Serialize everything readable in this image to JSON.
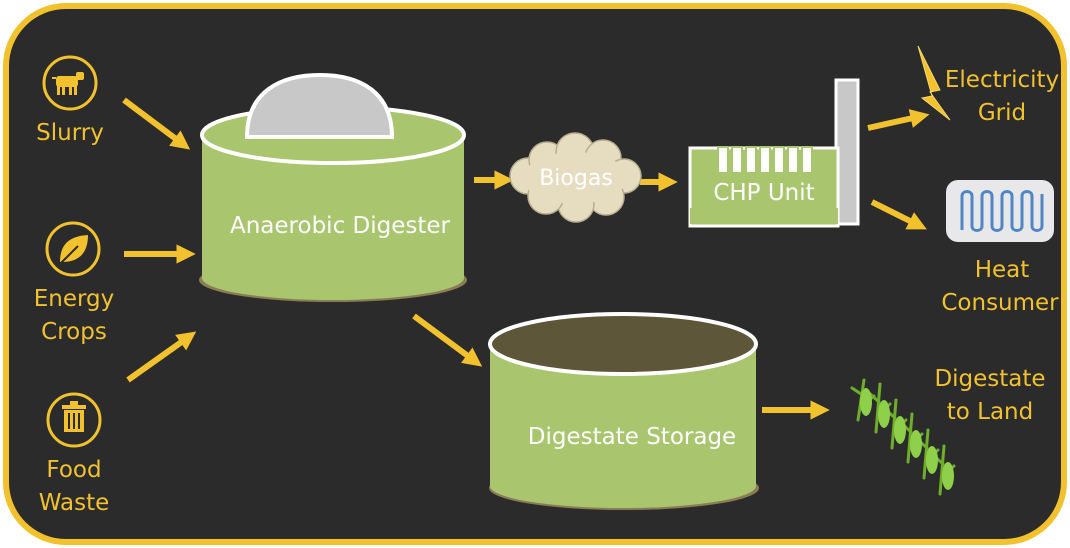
{
  "colors": {
    "background": "#2b2b2b",
    "border": "#f2c12e",
    "accent": "#f2c12e",
    "tank_green": "#a9c66f",
    "tank_rim": "#ffffff",
    "dome_grey": "#c8c8c8",
    "cloud": "#e6dcc0",
    "text_light": "#ffffff",
    "text_yellow": "#f2c12e"
  },
  "inputs": [
    {
      "label": "Slurry",
      "icon": "cow-icon"
    },
    {
      "label_line1": "Energy",
      "label_line2": "Crops",
      "icon": "leaf-icon"
    },
    {
      "label_line1": "Food",
      "label_line2": "Waste",
      "icon": "trash-icon"
    }
  ],
  "digester": {
    "label": "Anaerobic Digester"
  },
  "biogas": {
    "label": "Biogas"
  },
  "chp": {
    "label": "CHP Unit"
  },
  "outputs": {
    "electricity": {
      "line1": "Electricity",
      "line2": "Grid",
      "icon": "lightning-icon"
    },
    "heat": {
      "line1": "Heat",
      "line2": "Consumer",
      "icon": "radiator-icon"
    },
    "land": {
      "line1": "Digestate",
      "line2": "to Land",
      "icon": "crops-icon"
    }
  },
  "storage": {
    "label": "Digestate Storage"
  }
}
